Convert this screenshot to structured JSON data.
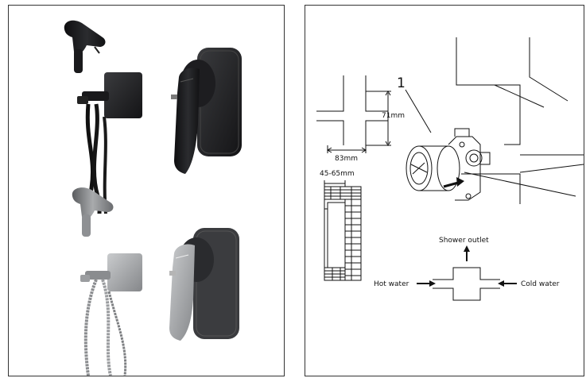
{
  "diagram": {
    "callout_number": "1",
    "niche_width": "83mm",
    "niche_height": "71mm",
    "wall_depth": "45-65mm",
    "shower_outlet": "Shower outlet",
    "hot_water": "Hot water",
    "cold_water": "Cold water"
  },
  "colors": {
    "black_finish": "#1c1c1e",
    "gunmetal_finish": "#7a7c7e",
    "line": "#111111"
  }
}
